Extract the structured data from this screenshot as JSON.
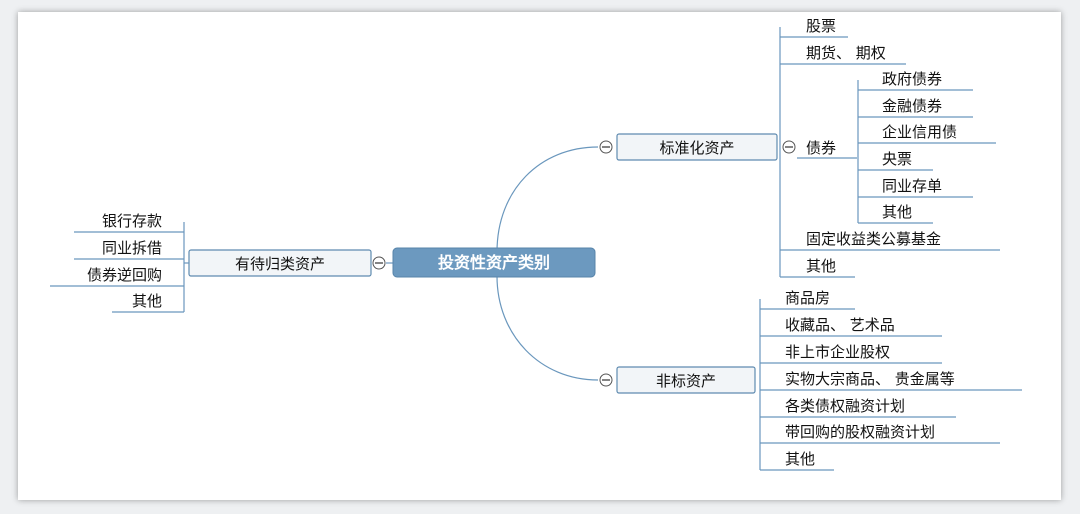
{
  "root": {
    "label": "投资性资产类别",
    "color": "#6c99bf"
  },
  "branches": {
    "standard": {
      "label": "标准化资产",
      "children": [
        "股票",
        "期货、 期权",
        "债券",
        "固定收益类公募基金",
        "其他"
      ],
      "bonds": {
        "label": "债券",
        "children": [
          "政府债券",
          "金融债券",
          "企业信用债",
          "央票",
          "同业存单",
          "其他"
        ]
      }
    },
    "nonstandard": {
      "label": "非标资产",
      "children": [
        "商品房",
        "收藏品、 艺术品",
        "非上市企业股权",
        "实物大宗商品、 贵金属等",
        "各类债权融资计划",
        "带回购的股权融资计划",
        "其他"
      ]
    },
    "pending": {
      "label": "有待归类资产",
      "children": [
        "银行存款",
        "同业拆借",
        "债券逆回购",
        "其他"
      ]
    }
  },
  "line_color": "#6a97bd"
}
